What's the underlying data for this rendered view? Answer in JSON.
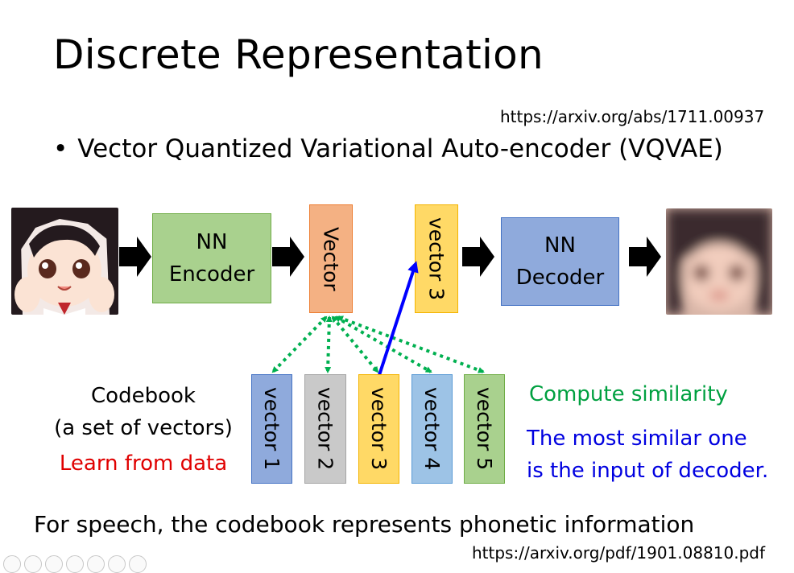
{
  "title": "Discrete Representation",
  "ref_top": "https://arxiv.org/abs/1711.00937",
  "bullet": "Vector Quantized Variational Auto-encoder (VQVAE)",
  "encoder_label": "NN\nEncoder",
  "decoder_label": "NN\nDecoder",
  "vector_label": "Vector",
  "selected_vector_label": "vector 3",
  "codebook": {
    "title_line1": "Codebook",
    "title_line2": "(a set of vectors)",
    "learn": "Learn from data",
    "vectors": [
      {
        "label": "vector 1",
        "color": "#8faadc"
      },
      {
        "label": "vector 2",
        "color": "#c9c9c9"
      },
      {
        "label": "vector 3",
        "color": "#ffd966"
      },
      {
        "label": "vector 4",
        "color": "#9dc3e6"
      },
      {
        "label": "vector 5",
        "color": "#a9d18e"
      }
    ]
  },
  "compute_similarity": "Compute similarity",
  "most_similar_line1": "The most similar one",
  "most_similar_line2": "is the input of decoder.",
  "speech_note": "For speech, the codebook represents phonetic information",
  "ref_bottom": "https://arxiv.org/pdf/1901.08810.pdf",
  "colors": {
    "encoder_fill": "#a9d18e",
    "decoder_fill": "#8faadc",
    "vector_fill": "#f4b183",
    "selected_fill": "#ffd966",
    "dotted_arrow": "#00b050",
    "blue_arrow": "#0000ff",
    "red": "#ff0000",
    "green_text": "#00a040",
    "blue_text": "#0000e0"
  },
  "icons": [
    "input-anime-face-image",
    "blurred-output-face-image"
  ]
}
